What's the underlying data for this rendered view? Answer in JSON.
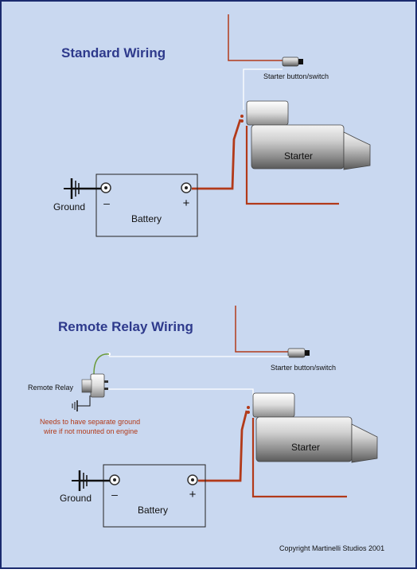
{
  "colors": {
    "background": "#c9d8f0",
    "frame": "#1a2a6e",
    "heading": "#2e3a8c",
    "cable": "#b23a1a",
    "wire": "#ffffff",
    "note": "#b23a1a",
    "ground_wire": "#1a1a1a"
  },
  "standard": {
    "title": "Standard Wiring",
    "switch_label": "Starter button/switch",
    "starter_label": "Starter",
    "battery_label": "Battery",
    "ground_label": "Ground",
    "minus": "–",
    "plus": "+"
  },
  "relay": {
    "title": "Remote Relay Wiring",
    "switch_label": "Starter button/switch",
    "relay_label": "Remote Relay",
    "note_line1": "Needs to have separate ground",
    "note_line2": "wire if not mounted on engine",
    "starter_label": "Starter",
    "battery_label": "Battery",
    "ground_label": "Ground",
    "minus": "–",
    "plus": "+"
  },
  "copyright": "Copyright Martinelli Studios 2001"
}
